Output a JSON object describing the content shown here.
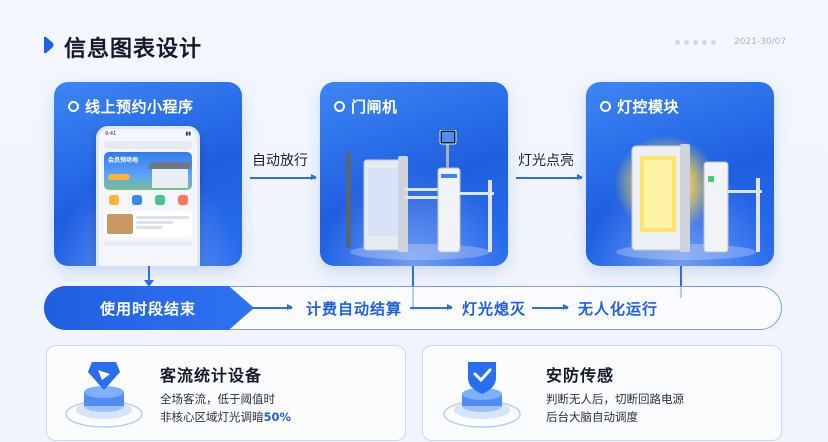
{
  "header": {
    "title": "信息图表设计",
    "date": "2021-30/07"
  },
  "cards": [
    {
      "title": "线上预约小程序"
    },
    {
      "title": "门闸机"
    },
    {
      "title": "灯控模块"
    }
  ],
  "phone": {
    "banner_title": "会员预场地",
    "status_time": "9:41"
  },
  "connectors": {
    "first": "自动放行",
    "second": "灯光点亮"
  },
  "process": {
    "start": "使用时段结束",
    "steps": [
      "计费自动结算",
      "灯光熄灭",
      "无人化运行"
    ]
  },
  "info": [
    {
      "title": "客流统计设备",
      "line1": "全场客流，低于阈值时",
      "line2_prefix": "非核心区域灯光调暗",
      "line2_highlight": "50%"
    },
    {
      "title": "安防传感",
      "line1": "判断无人后，切断回路电源",
      "line2": "后台大脑自动调度"
    }
  ],
  "colors": {
    "accent": "#1f5fe0",
    "card_gradient_start": "#3d86f5",
    "highlight": "#1f5fe0",
    "lamp_glow": "#ffd84a"
  }
}
